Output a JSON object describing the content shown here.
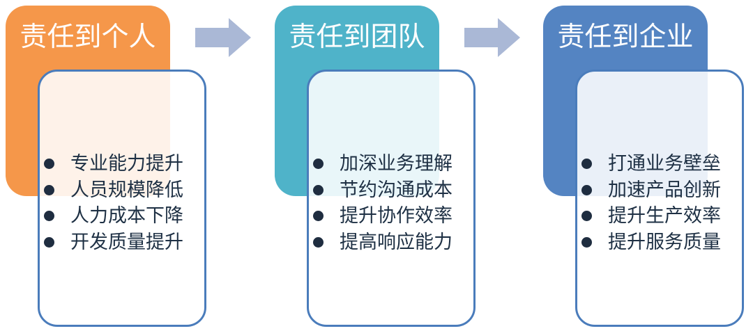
{
  "stages": [
    {
      "title": "责任到个人",
      "color": "#f5974a",
      "items": [
        "专业能力提升",
        "人员规模降低",
        "人力成本下降",
        "开发质量提升"
      ]
    },
    {
      "title": "责任到团队",
      "color": "#4fb3c9",
      "items": [
        "加深业务理解",
        "节约沟通成本",
        "提升协作效率",
        "提高响应能力"
      ]
    },
    {
      "title": "责任到企业",
      "color": "#5484c2",
      "items": [
        "打通业务壁垒",
        "加速产品创新",
        "提升生产效率",
        "提升服务质量"
      ]
    }
  ],
  "arrow_color": "#aab8d6",
  "card_border_color": "#4a7cbb"
}
